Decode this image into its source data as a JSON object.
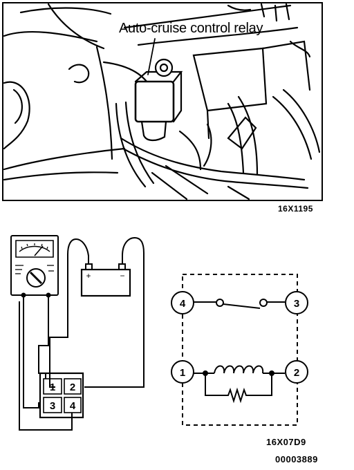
{
  "photo": {
    "callout": "Auto-cruise control relay",
    "figure_code": "16X1195"
  },
  "test_setup": {
    "battery": {
      "plus": "+",
      "minus": "−"
    },
    "relay_pins": [
      "1",
      "2",
      "3",
      "4"
    ]
  },
  "circuit": {
    "terminals": [
      "4",
      "3",
      "1",
      "2"
    ],
    "figure_code": "16X07D9"
  },
  "page_code": "00003889"
}
